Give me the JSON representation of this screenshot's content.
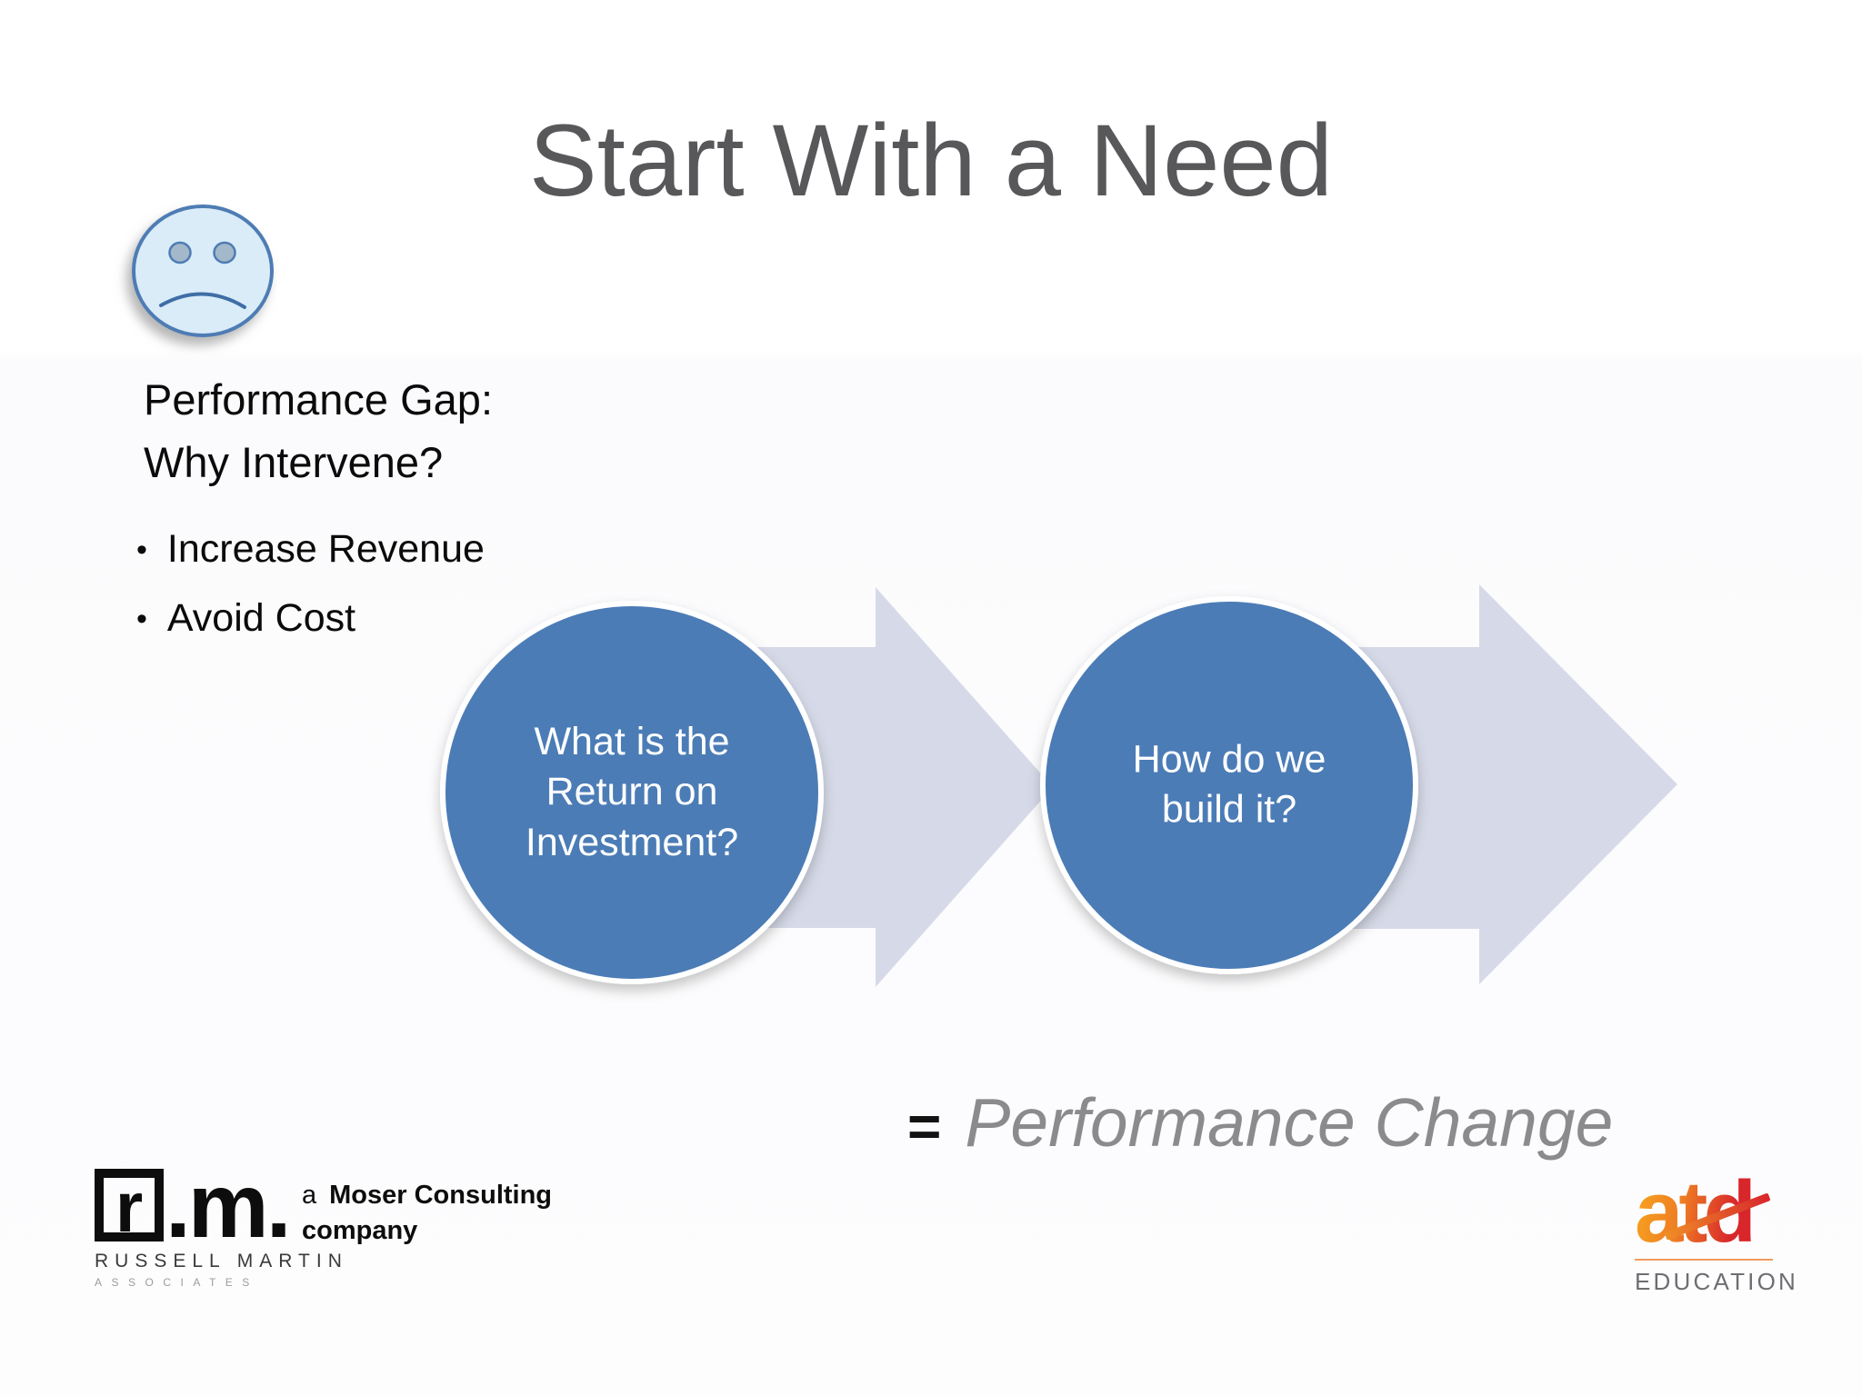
{
  "slide": {
    "title": "Start With a Need",
    "sad_face_icon": "sad-face-icon",
    "performance_gap": {
      "heading_line1": "Performance Gap:",
      "heading_line2": "Why Intervene?",
      "bullet_glyph": "•",
      "bullets": [
        "Increase Revenue",
        "Avoid Cost"
      ]
    },
    "process": {
      "type": "circle-arrow-flow",
      "steps": [
        {
          "lines": [
            "What is the",
            "Return on",
            "Investment?"
          ]
        },
        {
          "lines": [
            "How do we",
            "build it?"
          ]
        }
      ]
    },
    "result": {
      "equals": "=",
      "label": "Performance Change"
    },
    "colors": {
      "title_gray": "#58585b",
      "circle_blue": "#4b7bb6",
      "arrow_gray": "#d6dae8",
      "result_gray": "#8b8b8d",
      "face_fill": "#d9ecf8",
      "face_stroke": "#4e7cb4",
      "atd_orange": "#f6a21e",
      "atd_red": "#d8262b",
      "education_gray": "#6d6e71"
    }
  },
  "footer": {
    "russell_martin": {
      "mark_r": "r",
      "mark_m": ".m.",
      "name": "RUSSELL MARTIN",
      "subname": "ASSOCIATES",
      "tagline_prefix": "a",
      "tagline_line1": "Moser Consulting",
      "tagline_line2": "company"
    },
    "atd": {
      "wordmark": "atd",
      "division": "EDUCATION"
    }
  }
}
